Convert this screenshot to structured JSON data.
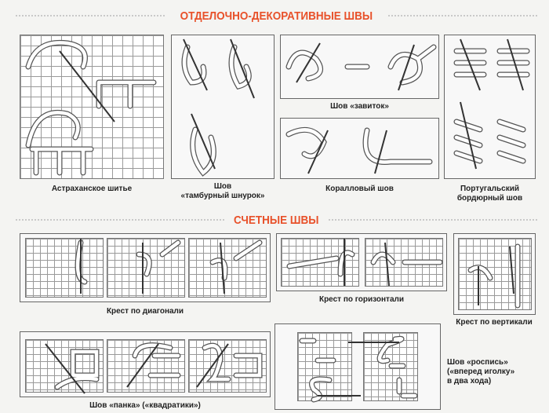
{
  "sections": {
    "decorative": "ОТДЕЛОЧНО-ДЕКОРАТИВНЫЕ ШВЫ",
    "counted": "СЧЕТНЫЕ ШВЫ"
  },
  "captions": {
    "astrakhan": "Астраханское шитье",
    "tambour_1": "Шов",
    "tambour_2": "«тамбурный шнурок»",
    "curl": "Шов «завиток»",
    "coral": "Коралловый шов",
    "portuguese_1": "Португальский",
    "portuguese_2": "бордюрный шов",
    "cross_diagonal": "Крест по диагонали",
    "cross_horizontal": "Крест по горизонтали",
    "cross_vertical": "Крест по вертикали",
    "panka": "Шов «панка» («квадратики»)",
    "rospis_1": "Шов «роспись»",
    "rospis_2": "(«вперед иголку»",
    "rospis_3": "в два хода)"
  }
}
